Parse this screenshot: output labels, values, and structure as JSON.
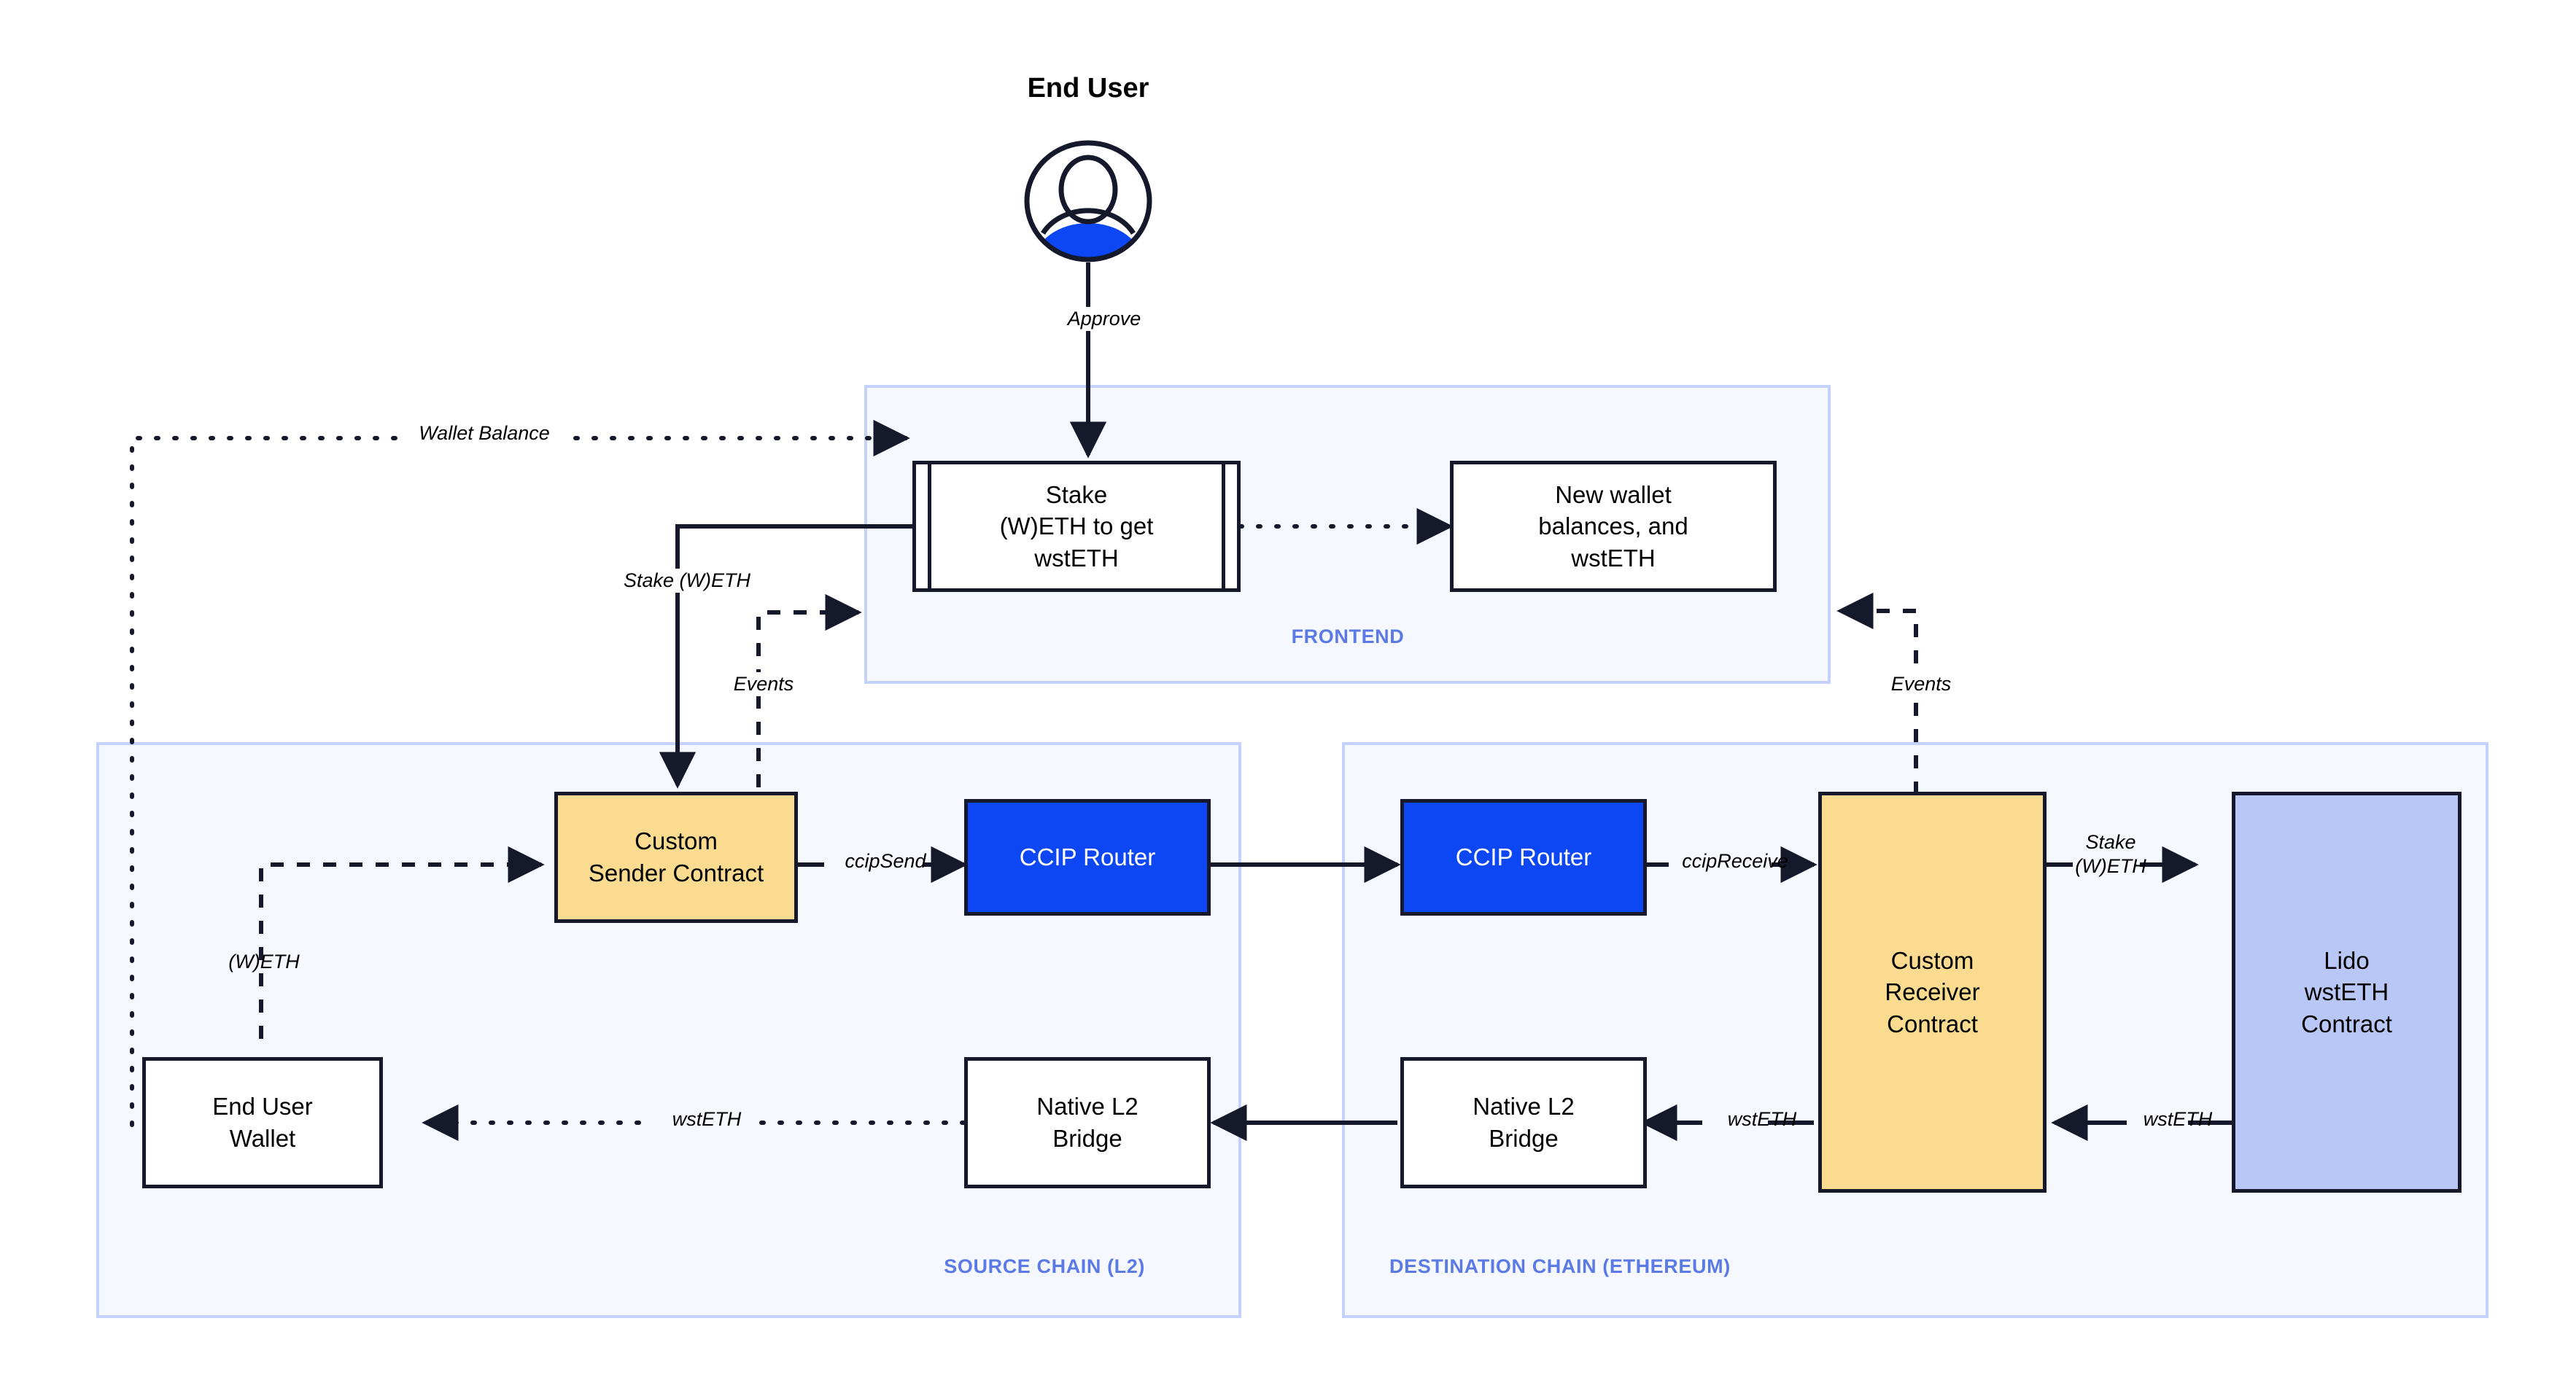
{
  "diagram": {
    "title": "CCIP cross-chain Lido wstETH staking architecture",
    "colors": {
      "group_fill": "#f5f8ff",
      "group_border": "#c4d2fb",
      "group_label": "#5b7ae6",
      "node_border": "#16192b",
      "node_fill": "#ffffff",
      "contract_yellow": "#fbdb8f",
      "router_blue": "#0d47f3",
      "lido_lavender": "#b9c7f7",
      "actor_blue": "#0d47f3",
      "edge_stroke": "#16192b"
    }
  },
  "actor": {
    "label": "End User",
    "icon": "user-avatar-icon"
  },
  "groups": [
    {
      "id": "frontend",
      "label": "FRONTEND"
    },
    {
      "id": "source",
      "label": "SOURCE CHAIN (L2)"
    },
    {
      "id": "destination",
      "label": "DESTINATION CHAIN (ETHEREUM)"
    }
  ],
  "nodes": {
    "stake_form": "Stake\n(W)ETH to get\nwstETH",
    "new_balances": "New wallet\nbalances, and\nwstETH",
    "sender_contract": "Custom\nSender Contract",
    "router_source": "CCIP Router",
    "router_dest": "CCIP Router",
    "receiver_contract": "Custom\nReceiver\nContract",
    "lido_contract": "Lido\nwstETH\nContract",
    "bridge_source": "Native L2\nBridge",
    "bridge_dest": "Native L2\nBridge",
    "user_wallet": "End User\nWallet"
  },
  "edge_labels": {
    "approve": "Approve",
    "wallet_balance": "Wallet Balance",
    "stake_weth": "Stake (W)ETH",
    "events_source": "Events",
    "events_dest": "Events",
    "weth": "(W)ETH",
    "ccip_send": "ccipSend",
    "ccip_receive": "ccipReceive",
    "stake_weth_dest": "Stake\n(W)ETH",
    "wsteth_lido": "wstETH",
    "wsteth_bridge": "wstETH",
    "wsteth_wallet": "wstETH"
  }
}
